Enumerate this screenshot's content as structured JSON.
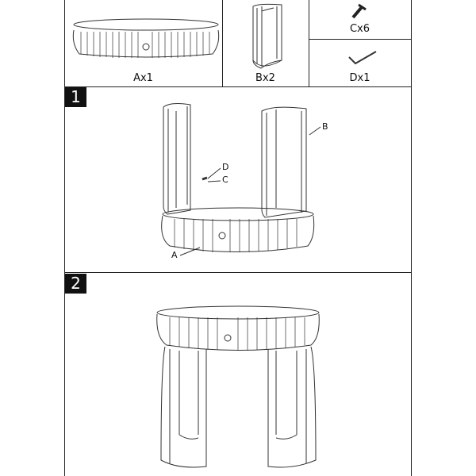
{
  "parts": [
    {
      "id": "A",
      "label": "Ax1",
      "name": "drawer-body"
    },
    {
      "id": "B",
      "label": "Bx2",
      "name": "leg-frame"
    },
    {
      "id": "C",
      "label": "Cx6",
      "name": "screw"
    },
    {
      "id": "D",
      "label": "Dx1",
      "name": "allen-key"
    }
  ],
  "steps": [
    {
      "number": "1",
      "callouts": {
        "b": "B",
        "d": "D",
        "c": "C",
        "a": "A"
      }
    },
    {
      "number": "2"
    }
  ]
}
